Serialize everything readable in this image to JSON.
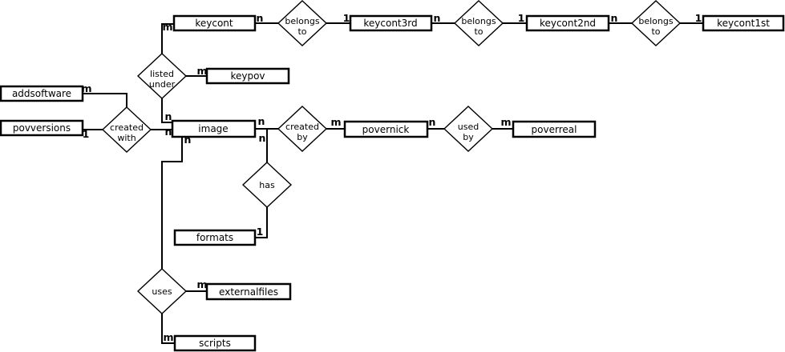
{
  "diagram": {
    "kind": "entity-relationship-diagram",
    "background_color": "#ffffff",
    "line_color": "#000000"
  },
  "entities": [
    {
      "label": "keycont"
    },
    {
      "label": "keycont3rd"
    },
    {
      "label": "keycont2nd"
    },
    {
      "label": "keycont1st"
    },
    {
      "label": "keypov"
    },
    {
      "label": "addsoftware"
    },
    {
      "label": "povversions"
    },
    {
      "label": "image"
    },
    {
      "label": "povernick"
    },
    {
      "label": "poverreal"
    },
    {
      "label": "formats"
    },
    {
      "label": "externalfiles"
    },
    {
      "label": "scripts"
    }
  ],
  "relationships": [
    {
      "label": "belongs to",
      "line1": "belongs",
      "line2": "to"
    },
    {
      "label": "belongs to",
      "line1": "belongs",
      "line2": "to"
    },
    {
      "label": "belongs to",
      "line1": "belongs",
      "line2": "to"
    },
    {
      "label": "listed under",
      "line1": "listed",
      "line2": "under"
    },
    {
      "label": "created with",
      "line1": "created",
      "line2": "with"
    },
    {
      "label": "created by",
      "line1": "created",
      "line2": "by"
    },
    {
      "label": "used by",
      "line1": "used",
      "line2": "by"
    },
    {
      "label": "has",
      "line1": "has"
    },
    {
      "label": "uses",
      "line1": "uses"
    }
  ],
  "cardinalities": [
    {
      "label": "n"
    },
    {
      "label": "1"
    },
    {
      "label": "n"
    },
    {
      "label": "1"
    },
    {
      "label": "n"
    },
    {
      "label": "1"
    },
    {
      "label": "m"
    },
    {
      "label": "m"
    },
    {
      "label": "m"
    },
    {
      "label": "1"
    },
    {
      "label": "n"
    },
    {
      "label": "n"
    },
    {
      "label": "n"
    },
    {
      "label": "n"
    },
    {
      "label": "n"
    },
    {
      "label": "m"
    },
    {
      "label": "n"
    },
    {
      "label": "m"
    },
    {
      "label": "1"
    },
    {
      "label": "m"
    },
    {
      "label": "m"
    }
  ]
}
